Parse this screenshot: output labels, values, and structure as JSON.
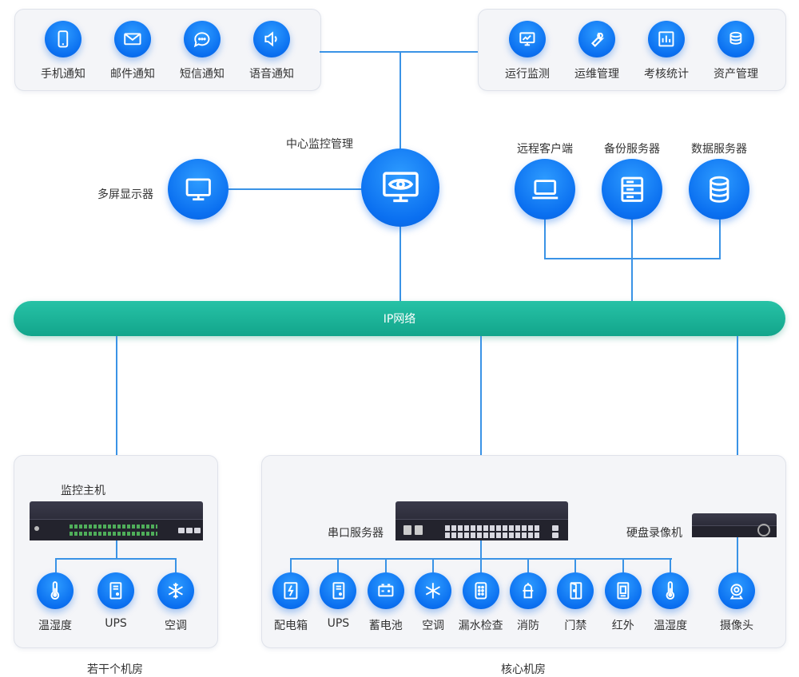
{
  "notify": [
    "手机通知",
    "邮件通知",
    "短信通知",
    "语音通知"
  ],
  "manage": [
    "运行监测",
    "运维管理",
    "考核统计",
    "资产管理"
  ],
  "center": {
    "label": "中心监控管理"
  },
  "multi_screen": {
    "label": "多屏显示器"
  },
  "servers": [
    "远程客户端",
    "备份服务器",
    "数据服务器"
  ],
  "bus": {
    "label": "IP网络"
  },
  "left_room": {
    "host": "监控主机",
    "items": [
      "温湿度",
      "UPS",
      "空调"
    ],
    "caption": "若干个机房"
  },
  "core_room": {
    "serial": "串口服务器",
    "dvr": "硬盘录像机",
    "items": [
      "配电箱",
      "UPS",
      "蓄电池",
      "空调",
      "漏水检查",
      "消防",
      "门禁",
      "红外",
      "温湿度"
    ],
    "camera": "摄像头",
    "caption": "核心机房"
  }
}
